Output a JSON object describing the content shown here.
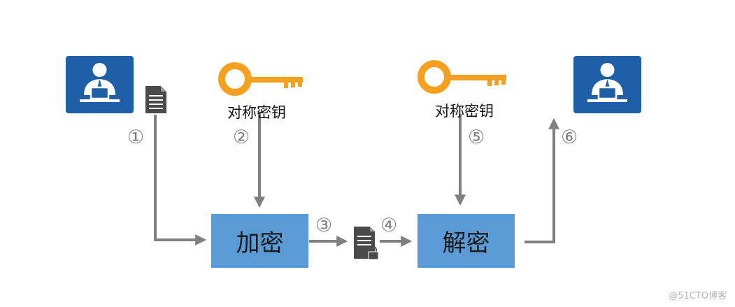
{
  "diagram": {
    "boxes": {
      "encrypt": "加密",
      "decrypt": "解密"
    },
    "key_labels": {
      "left": "对称密钥",
      "right": "对称密钥"
    },
    "steps": [
      "①",
      "②",
      "③",
      "④",
      "⑤",
      "⑥"
    ],
    "icons": {
      "sender": "user-at-computer-icon",
      "receiver": "user-at-computer-icon",
      "plain_document": "document-icon",
      "encrypted_document": "locked-document-icon",
      "key": "key-icon"
    },
    "colors": {
      "user_card": "#1f5fa8",
      "process_box": "#5b9bd5",
      "key": "#f5a11f",
      "arrow": "#808080",
      "document": "#4a4a4a"
    }
  },
  "watermark": "@51CTO博客"
}
